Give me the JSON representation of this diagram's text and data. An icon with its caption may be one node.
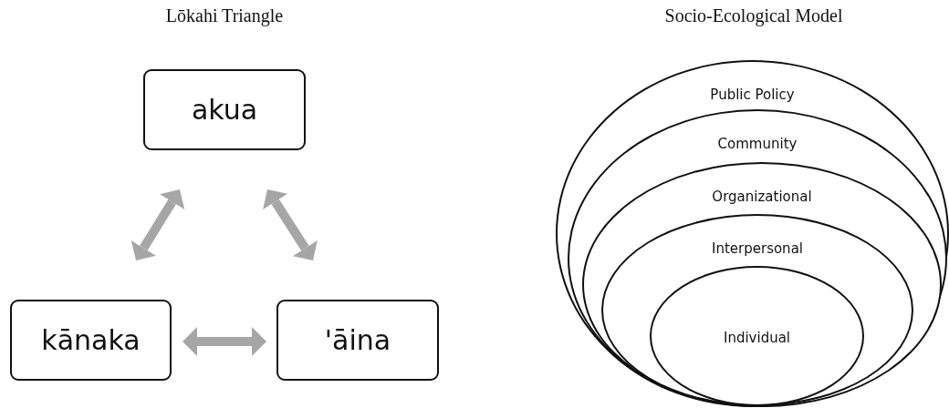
{
  "diagram": {
    "title": "Lōkahi Triangle",
    "nodes": [
      {
        "text": [
          "akua"
        ]
      },
      {
        "text": [
          "kānaka"
        ]
      },
      {
        "text": [
          "'āina"
        ]
      },
      {
        "text": [
          "Public Policy"
        ]
      },
      {
        "text": [
          "Community"
        ],
        "in": 3
      },
      {
        "text": [
          "Organizational"
        ],
        "in": 4
      },
      {
        "text": [
          "Interpersonal"
        ],
        "in": 5
      },
      {
        "text": [
          "Individual"
        ],
        "in": 6
      }
    ],
    "edges": [
      {
        "from": 1,
        "to": 0,
        "arrow": "both",
        "color": "#a6a6a6"
      },
      {
        "from": 0,
        "to": 2,
        "arrow": "both",
        "color": "#a6a6a6"
      },
      {
        "from": 1,
        "to": 2,
        "arrow": "both",
        "color": "#a6a6a6"
      }
    ],
    "labels": [
      "Socio-Ecological Model"
    ]
  }
}
